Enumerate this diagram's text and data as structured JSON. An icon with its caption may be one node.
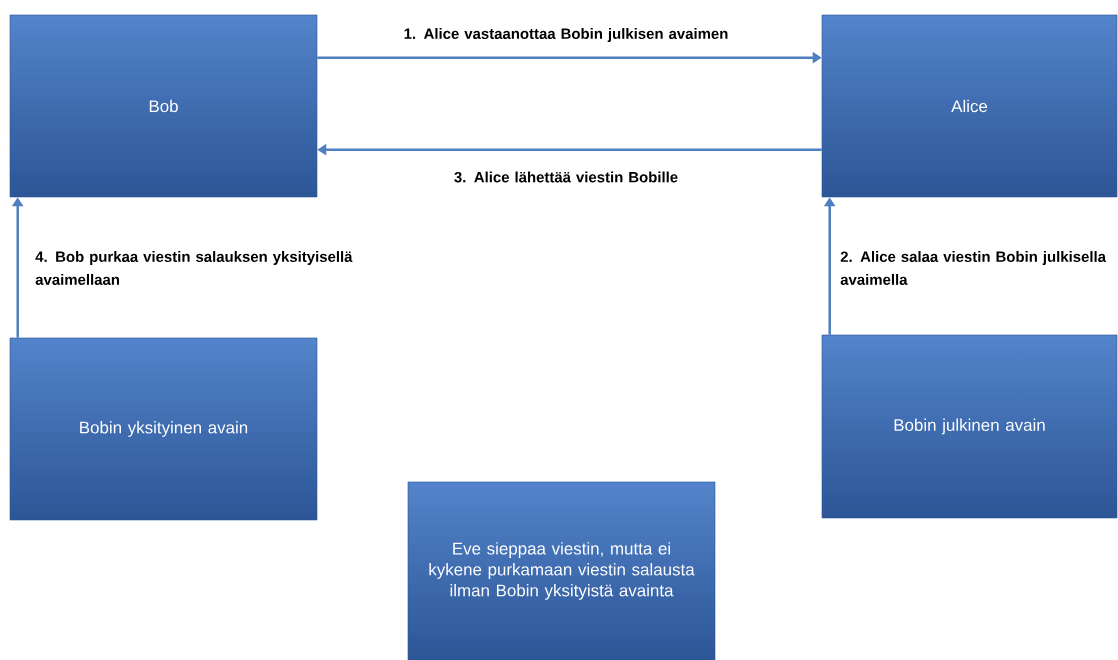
{
  "diagram": {
    "nodes": [
      {
        "text": [
          "Bob"
        ]
      },
      {
        "text": [
          "Alice"
        ]
      },
      {
        "text": [
          "Bobin yksityinen avain"
        ]
      },
      {
        "text": [
          "Bobin julkinen avain"
        ]
      },
      {
        "text": [
          "Eve sieppaa viestin, mutta ei kykene purkamaan viestin salausta ilman Bobin yksityistä avainta"
        ]
      }
    ],
    "edges": [
      {
        "from": 0,
        "to": 1,
        "arrow": "to",
        "label": "1. Alice vastaanottaa Bobin julkisen avaimen"
      },
      {
        "from": 3,
        "to": 1,
        "arrow": "to",
        "label": "2. Alice salaa viestin Bobin julkisella avaimella"
      },
      {
        "from": 1,
        "to": 0,
        "arrow": "to",
        "label": "3. Alice lähettää viestin Bobille"
      },
      {
        "from": 2,
        "to": 0,
        "arrow": "to",
        "label": "4. Bob purkaa viestin salauksen yksityisellä avaimellaan"
      }
    ]
  }
}
